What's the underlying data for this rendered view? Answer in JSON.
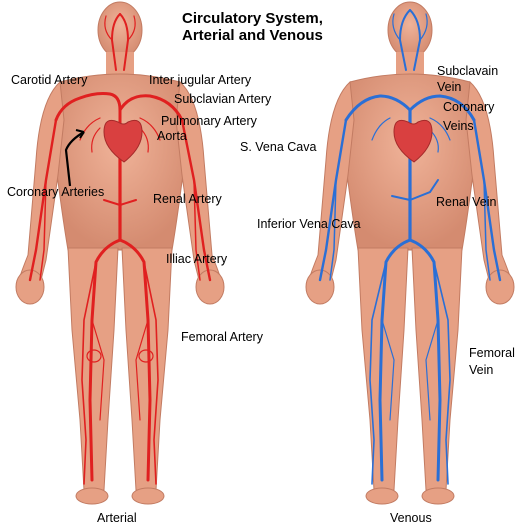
{
  "title": {
    "line1": "Circulatory System,",
    "line2": "Arterial and Venous"
  },
  "arterial_labels": {
    "carotid": "Carotid Artery",
    "inter_jugular": "Inter jugular Artery",
    "subclavian": "Subclavian Artery",
    "pulmonary": "Pulmonary Artery",
    "aorta": "Aorta",
    "coronary": "Coronary Arteries",
    "renal": "Renal Artery",
    "illiac": "Illiac Artery",
    "femoral": "Femoral Artery"
  },
  "venous_labels": {
    "s_vena_cava": "S. Vena Cava",
    "subclavain_1": "Subclavain",
    "subclavain_2": "Vein",
    "coronary_1": "Coronary",
    "coronary_2": "Veins",
    "renal": "Renal Vein",
    "inferior_vena_cava": "Inferior Vena Cava",
    "femoral_1": "Femoral",
    "femoral_2": "Vein"
  },
  "captions": {
    "arterial": "Arterial",
    "venous": "Venous"
  },
  "colors": {
    "skin": "#e9a48a",
    "skin_shade": "#d98f74",
    "artery": "#e02020",
    "vein": "#2a6fd6",
    "heart": "#d94040"
  }
}
